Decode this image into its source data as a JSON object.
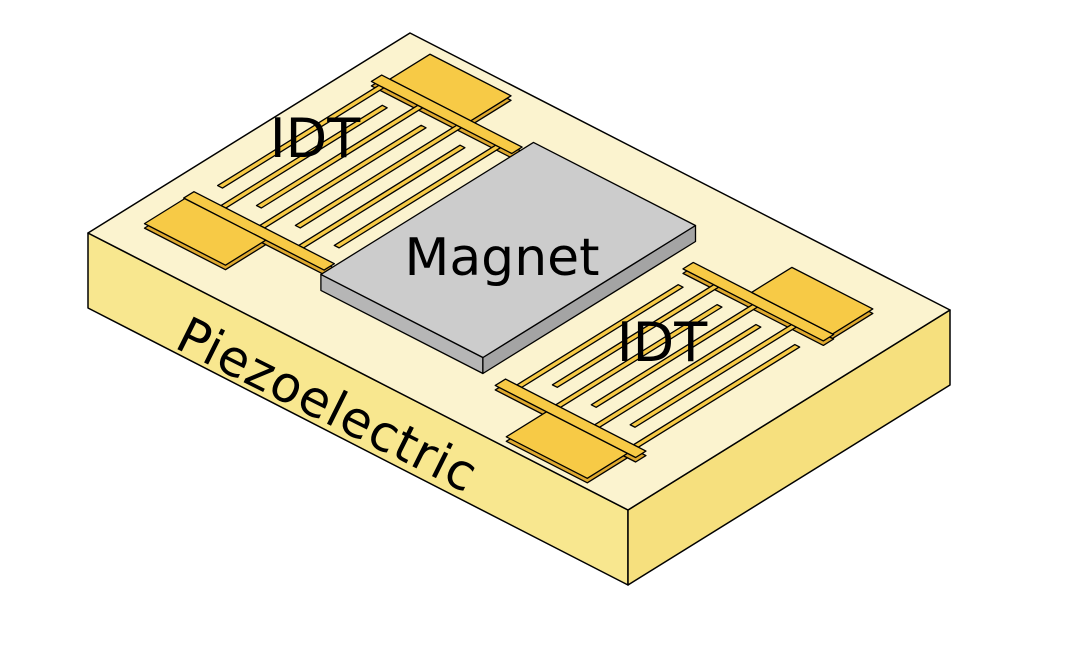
{
  "diagram": {
    "labels": {
      "idt_top_left": "IDT",
      "idt_bottom_right": "IDT",
      "magnet": "Magnet",
      "substrate": "Piezoelectric"
    },
    "colors": {
      "background": "#ffffff",
      "outline": "#000000",
      "substrate_top": "#fbf3cf",
      "substrate_side_left": "#f8e78f",
      "substrate_side_right": "#f6e07e",
      "idt_gold": "#f7ca46",
      "idt_gold_dark": "#dfa92f",
      "magnet_top": "#cccccc",
      "magnet_side_left": "#b6b6b6",
      "magnet_side_right": "#a4a4a4",
      "label_text": "#000000"
    }
  }
}
